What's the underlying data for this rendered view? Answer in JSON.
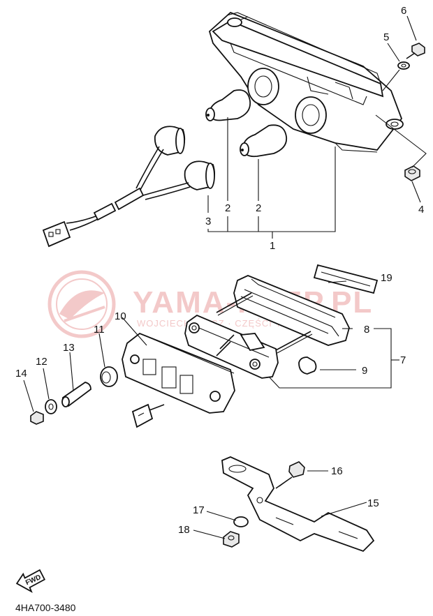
{
  "watermark": {
    "title": "YAMA-KLEP.PL",
    "subtitle": "WOJCIECHOWICZ · CZĘŚCI YAMAHA"
  },
  "callouts": [
    {
      "id": "c1",
      "label": "1"
    },
    {
      "id": "c2a",
      "label": "2"
    },
    {
      "id": "c2b",
      "label": "2"
    },
    {
      "id": "c3",
      "label": "3"
    },
    {
      "id": "c4",
      "label": "4"
    },
    {
      "id": "c5",
      "label": "5"
    },
    {
      "id": "c6",
      "label": "6"
    },
    {
      "id": "c7",
      "label": "7"
    },
    {
      "id": "c8",
      "label": "8"
    },
    {
      "id": "c9",
      "label": "9"
    },
    {
      "id": "c10",
      "label": "10"
    },
    {
      "id": "c11",
      "label": "11"
    },
    {
      "id": "c12",
      "label": "12"
    },
    {
      "id": "c13",
      "label": "13"
    },
    {
      "id": "c14",
      "label": "14"
    },
    {
      "id": "c15",
      "label": "15"
    },
    {
      "id": "c16",
      "label": "16"
    },
    {
      "id": "c17",
      "label": "17"
    },
    {
      "id": "c18",
      "label": "18"
    },
    {
      "id": "c19",
      "label": "19"
    }
  ],
  "fwd_arrow": "FWD",
  "diagram_code": "4HA700-3480"
}
